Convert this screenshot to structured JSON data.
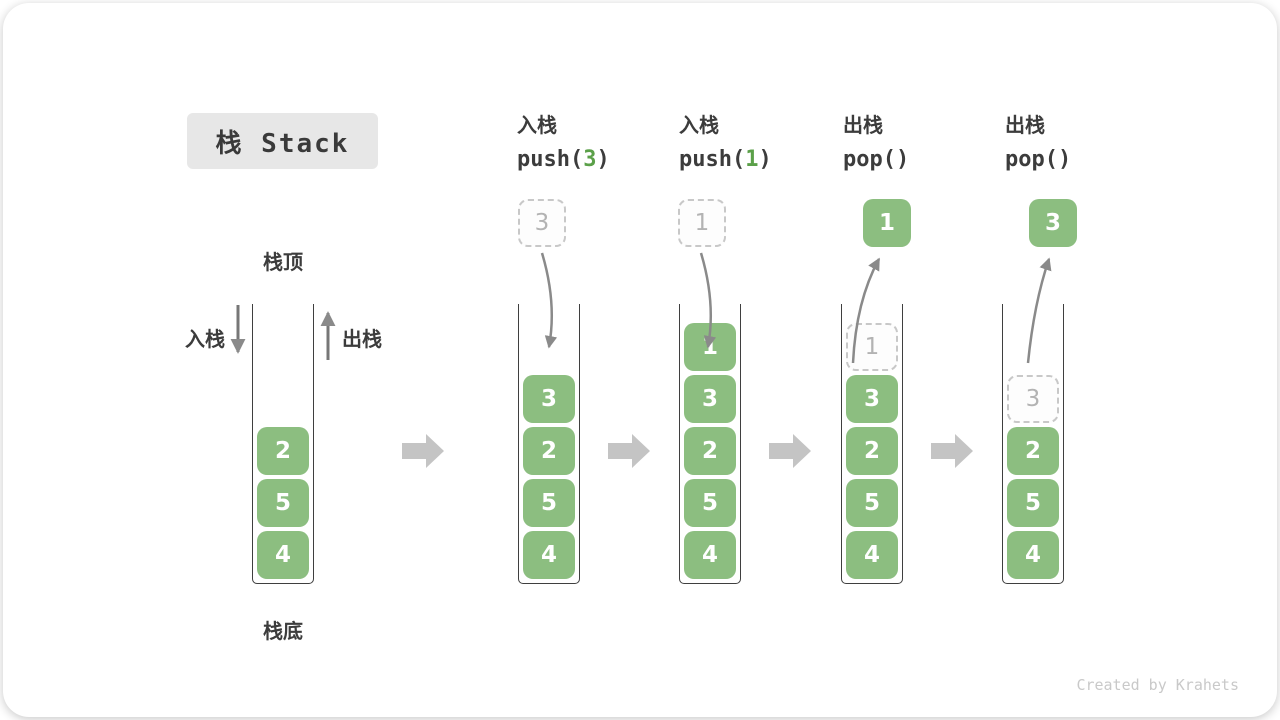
{
  "title": "栈 Stack",
  "labels": {
    "stack_top": "栈顶",
    "stack_bottom": "栈底",
    "push": "入栈",
    "pop": "出栈"
  },
  "operations": [
    {
      "kind": "入栈",
      "code": "push(",
      "arg": "3",
      "close": ")"
    },
    {
      "kind": "入栈",
      "code": "push(",
      "arg": "1",
      "close": ")"
    },
    {
      "kind": "出栈",
      "code": "pop()",
      "arg": "",
      "close": ""
    },
    {
      "kind": "出栈",
      "code": "pop()",
      "arg": "",
      "close": ""
    }
  ],
  "floating_boxes": [
    {
      "value": "3",
      "style": "ghost-being-pushed"
    },
    {
      "value": "1",
      "style": "ghost-being-pushed"
    },
    {
      "value": "1",
      "style": "solid-popped"
    },
    {
      "value": "3",
      "style": "solid-popped"
    }
  ],
  "stacks": [
    {
      "items": [
        "2",
        "5",
        "4"
      ]
    },
    {
      "items": [
        "3",
        "2",
        "5",
        "4"
      ]
    },
    {
      "items": [
        "1",
        "3",
        "2",
        "5",
        "4"
      ]
    },
    {
      "items": [
        "3",
        "2",
        "5",
        "4"
      ],
      "ghost": "1"
    },
    {
      "items": [
        "2",
        "5",
        "4"
      ],
      "ghost": "3"
    }
  ],
  "footer": "Created by Krahets",
  "colors": {
    "element_green": "#8cbe80",
    "code_arg_green": "#5ba049",
    "arrow_gray": "#8a8a8a",
    "block_arrow_gray": "#c4c4c4",
    "title_bg": "#e7e7e7",
    "text_dark": "#3c3c3c",
    "ghost_border": "#c8c8c8",
    "ghost_text": "#b3b3b3",
    "footer_text": "#c9c9c9"
  }
}
